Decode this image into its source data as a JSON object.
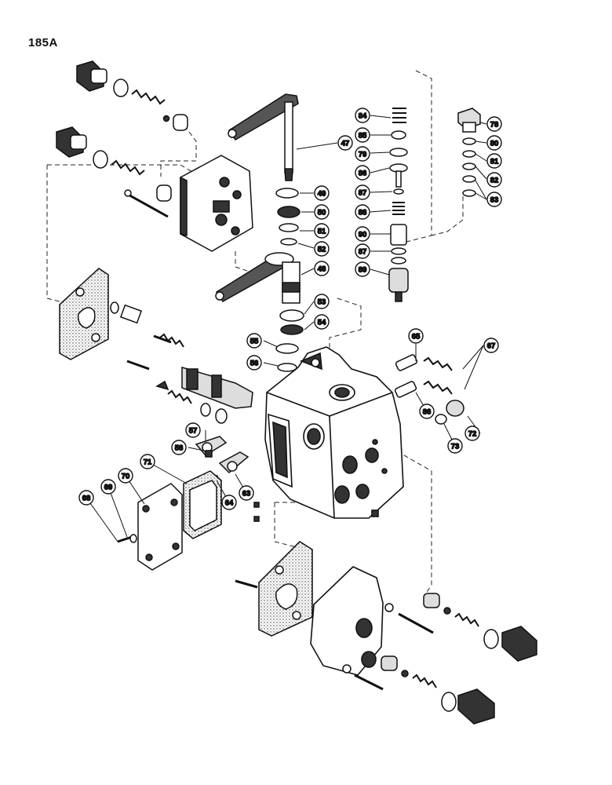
{
  "page_label": "185A",
  "callouts": [
    "47",
    "48",
    "49",
    "50",
    "51",
    "52",
    "53",
    "54",
    "55",
    "56",
    "57",
    "58",
    "63",
    "64",
    "65",
    "67",
    "68",
    "69",
    "70",
    "71",
    "72",
    "73",
    "78",
    "79",
    "80",
    "81",
    "82",
    "83",
    "84",
    "85",
    "86",
    "86",
    "87",
    "87",
    "88",
    "89",
    "90"
  ],
  "colors": {
    "ink": "#111111",
    "paper": "#ffffff",
    "shade": "#555555"
  }
}
